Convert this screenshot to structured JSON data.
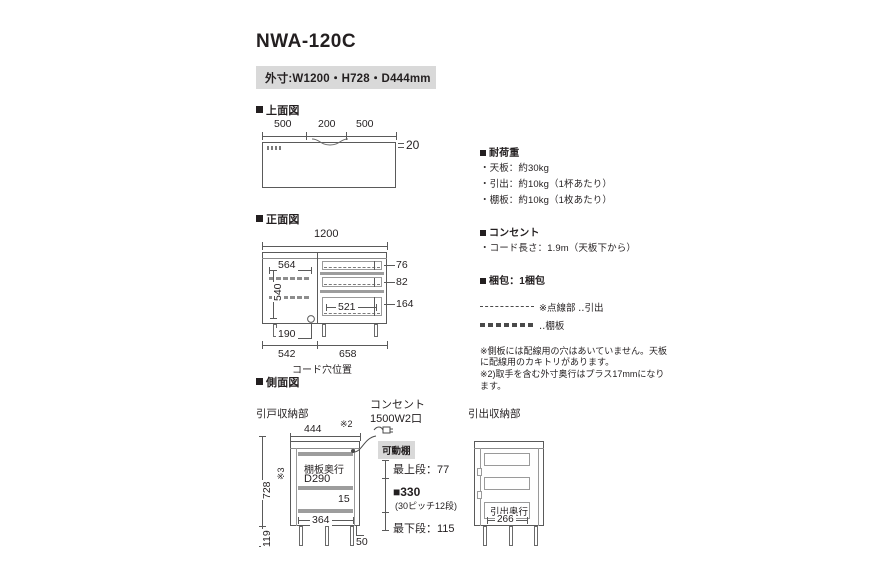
{
  "header": {
    "product_code": "NWA-120C",
    "dimension_banner": "外寸:W1200・H728・D444mm"
  },
  "sections": {
    "top_view": "上面図",
    "front_view": "正面図",
    "side_view": "側面図"
  },
  "top_view": {
    "dims": [
      "500",
      "200",
      "500"
    ],
    "thickness": "20"
  },
  "front_view": {
    "total_width": "1200",
    "left_inner_width": "564",
    "left_inner_height": "540",
    "drawer_width": "521",
    "drawer_heights": [
      "76",
      "82",
      "164"
    ],
    "cord_hole_offset": "190",
    "split_left": "542",
    "split_right": "658",
    "cord_hole_caption": "コード穴位置"
  },
  "side_view": {
    "left_caption": "引戸収納部",
    "right_caption": "引出収納部",
    "outlet_label_line1": "コンセント",
    "outlet_label_line2": "1500W2口",
    "movable_shelf_label": "可動棚",
    "total_height": "728",
    "height_note": "※3",
    "leg_height": "119",
    "depth": "444",
    "depth_note": "※2",
    "shelf_depth_line1": "棚板奥行",
    "shelf_depth_line2": "D290",
    "inner_width": "364",
    "shelf_thickness": "15",
    "toe_depth": "50",
    "top_step_label": "最上段：77",
    "pitch_label": "■330",
    "pitch_sub": "(30ピッチ12段)",
    "bottom_step_label": "最下段：115",
    "drawer_depth_line1": "引出奥行",
    "drawer_depth_line2": "266"
  },
  "specs": {
    "load_heading": "耐荷重",
    "load_items": [
      "・天板：約30kg",
      "・引出：約10kg（1杯あたり）",
      "・棚板：約10kg（1枚あたり）"
    ],
    "outlet_heading": "コンセント",
    "outlet_items": [
      "・コード長さ：1.9m（天板下から）"
    ],
    "packing_heading": "梱包：1梱包",
    "legend": [
      {
        "style": "thin-dashed",
        "text": "※点線部 ‥引出"
      },
      {
        "style": "thick-dashed",
        "text": "‥棚板"
      }
    ],
    "notes": [
      "※側板には配線用の穴はあいていません。天板に配線用のカキトリがあります。",
      "※2)取手を含む外寸奥行はプラス17mmになります。"
    ]
  },
  "colors": {
    "banner_bg": "#d9d9d9",
    "line": "#5a5a5a",
    "shelf": "#9d9d9d",
    "text": "#231f20"
  }
}
